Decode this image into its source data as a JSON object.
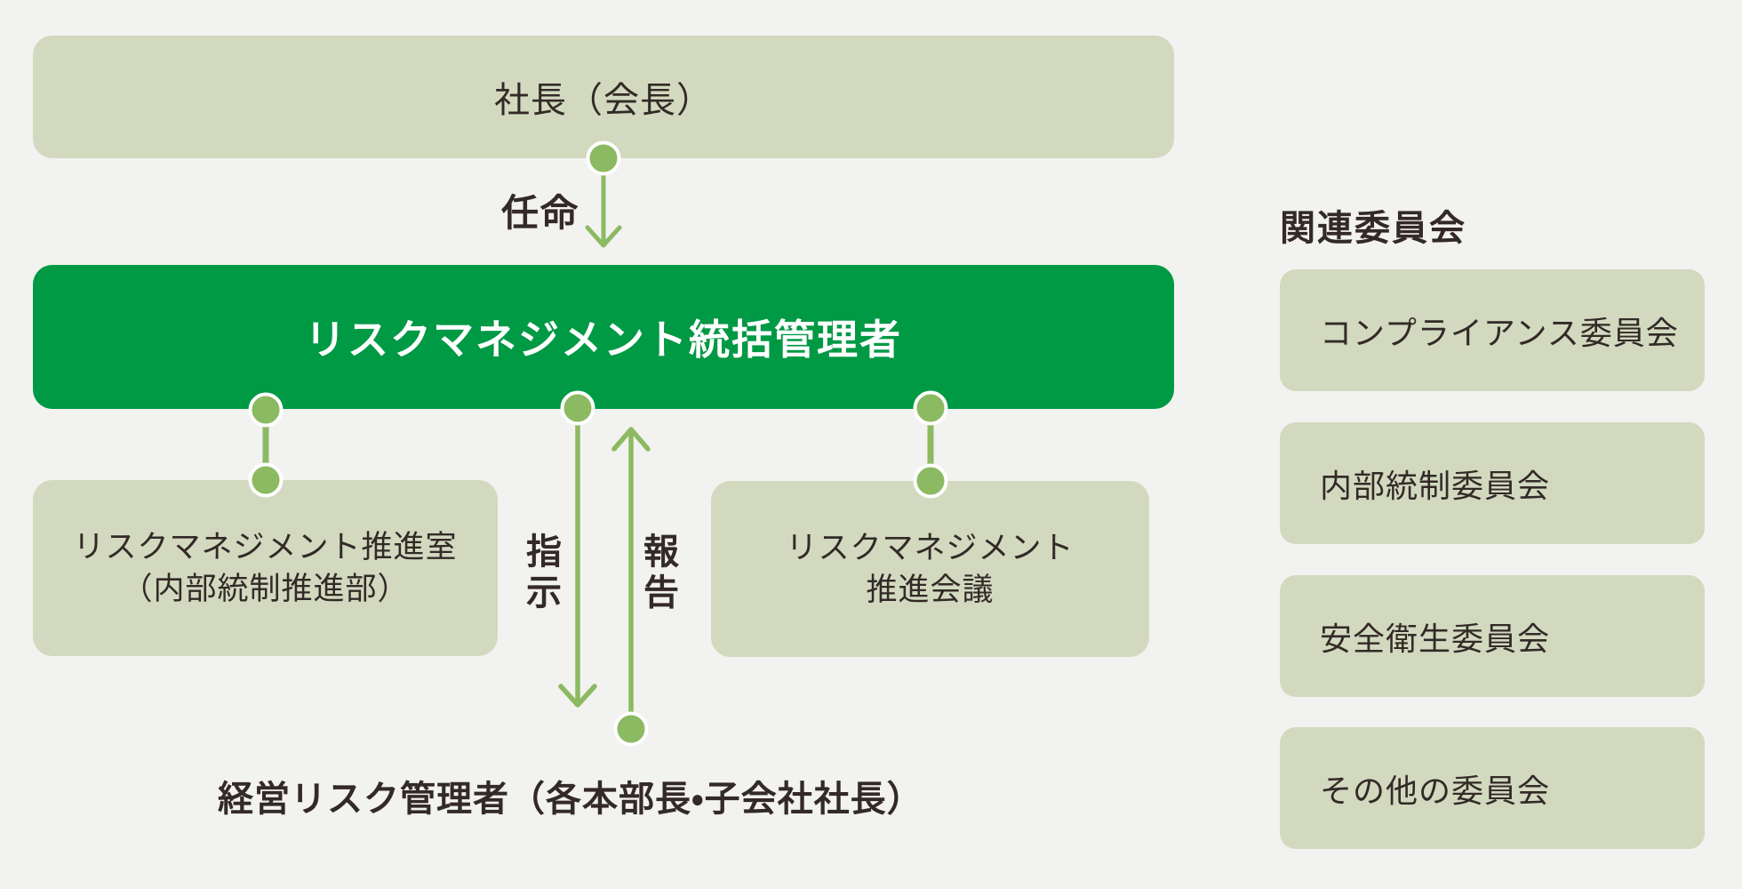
{
  "diagram": {
    "president_box": {
      "label": "社長（会長）"
    },
    "appointment_label": "任命",
    "manager_box": {
      "label": "リスクマネジメント統括管理者"
    },
    "promotion_office_box": {
      "line1": "リスクマネジメント推進室",
      "line2": "（内部統制推進部）"
    },
    "promotion_council_box": {
      "line1": "リスクマネジメント",
      "line2": "推進会議"
    },
    "instruction_label": "指示",
    "report_label": "報告",
    "risk_managers_label": "経営リスク管理者（各本部長・子会社社長）"
  },
  "committees": {
    "title": "関連委員会",
    "items": [
      {
        "label": "コンプライアンス委員会"
      },
      {
        "label": "内部統制委員会"
      },
      {
        "label": "安全衛生委員会"
      },
      {
        "label": "その他の委員会"
      }
    ]
  },
  "colors": {
    "background": "#f2f2f0",
    "box_light_green": "#d2d9bf",
    "box_dark_green": "#009944",
    "connector_green": "#8cba62",
    "text_dark": "#332a27",
    "text_white": "#ffffff"
  }
}
